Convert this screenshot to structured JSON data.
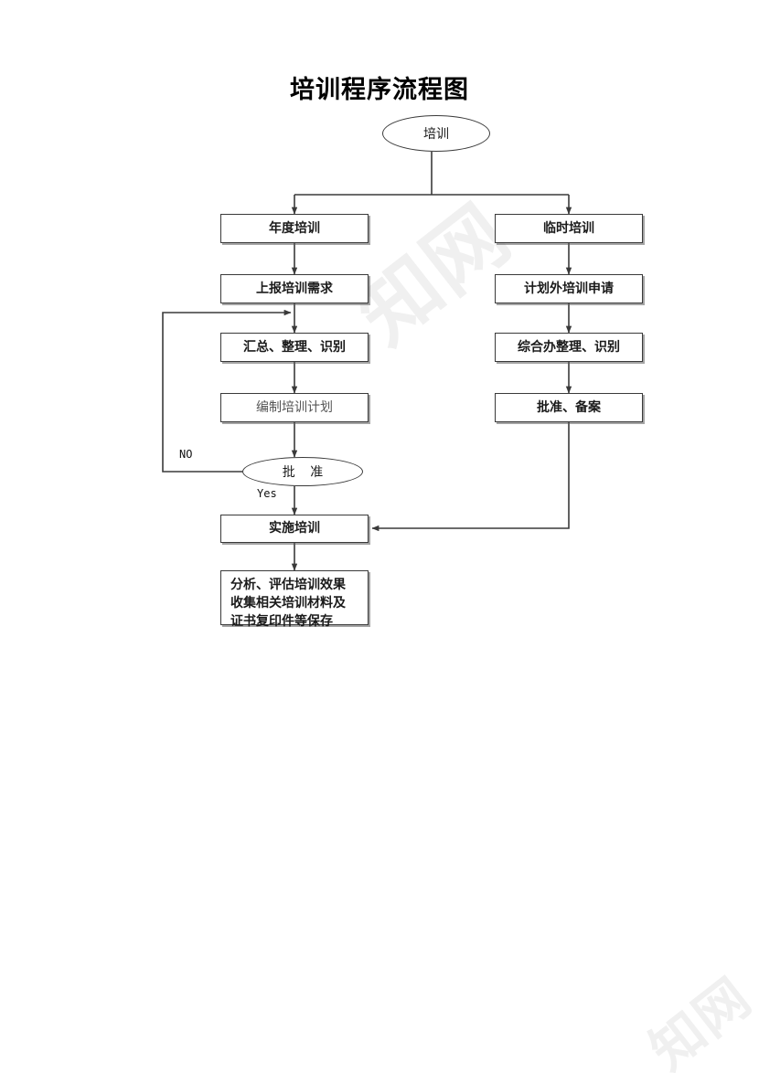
{
  "document": {
    "title": "培训程序流程图",
    "page_background": "#ffffff",
    "line_color": "#3a3a3a",
    "text_color": "#1a1a1a"
  },
  "watermark": {
    "main_text": "知网",
    "bottom_text": "知网",
    "color": "#f0f0f0"
  },
  "flowchart": {
    "type": "flowchart",
    "start": {
      "id": "start",
      "shape": "oval",
      "label": "培训"
    },
    "left_branch": {
      "name": "年度培训分支",
      "nodes": [
        {
          "id": "annual-training",
          "shape": "rectangle",
          "label": "年度培训"
        },
        {
          "id": "report-need",
          "shape": "rectangle",
          "label": "上报培训需求"
        },
        {
          "id": "summarize",
          "shape": "rectangle",
          "label": "汇总、整理、识别"
        },
        {
          "id": "make-plan",
          "shape": "rectangle",
          "label": "编制培训计划"
        },
        {
          "id": "approve-decision",
          "shape": "oval",
          "label": "批  准"
        }
      ]
    },
    "right_branch": {
      "name": "临时培训分支",
      "nodes": [
        {
          "id": "temp-training",
          "shape": "rectangle",
          "label": "临时培训"
        },
        {
          "id": "unplanned-apply",
          "shape": "rectangle",
          "label": "计划外培训申请"
        },
        {
          "id": "office-sort",
          "shape": "rectangle",
          "label": "综合办整理、识别"
        },
        {
          "id": "approve-record",
          "shape": "rectangle",
          "label": "批准、备案"
        }
      ]
    },
    "merge": {
      "id": "implement-training",
      "shape": "rectangle",
      "label": "实施培训"
    },
    "final": {
      "id": "evaluate-archive",
      "shape": "rectangle",
      "lines": [
        "分析、评估培训效果",
        "收集相关培训材料及",
        "证书复印件等保存"
      ]
    },
    "edge_labels": {
      "no": "NO",
      "yes": "Yes"
    }
  }
}
